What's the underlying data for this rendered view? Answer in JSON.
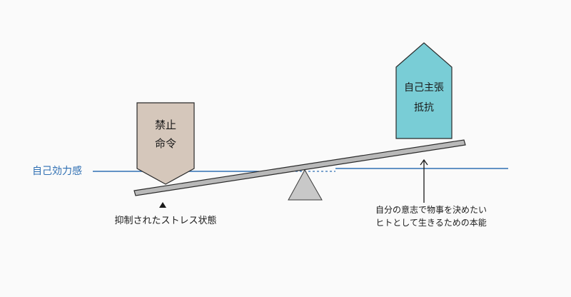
{
  "labels": {
    "baseline": "自己効力感",
    "prohibition_box_line1": "禁止",
    "prohibition_box_line2": "命令",
    "assertion_box_line1": "自己主張",
    "assertion_box_line2": "抵抗",
    "left_caption": "抑制されたストレス状態",
    "right_caption_line1": "自分の意志で物事を決めたい",
    "right_caption_line2": "ヒトとして生きるための本能"
  },
  "colors": {
    "baseline": "#2f6fb3",
    "prohibition_fill": "#d5c7bb",
    "assertion_fill": "#79cdd6",
    "fulcrum_fill": "#c8c8c8",
    "beam_fill": "#b9b9b9",
    "ink": "#1a1a1a"
  },
  "icons": {
    "left_arrow": "up-triangle-icon",
    "right_arrow": "up-arrow-icon"
  }
}
